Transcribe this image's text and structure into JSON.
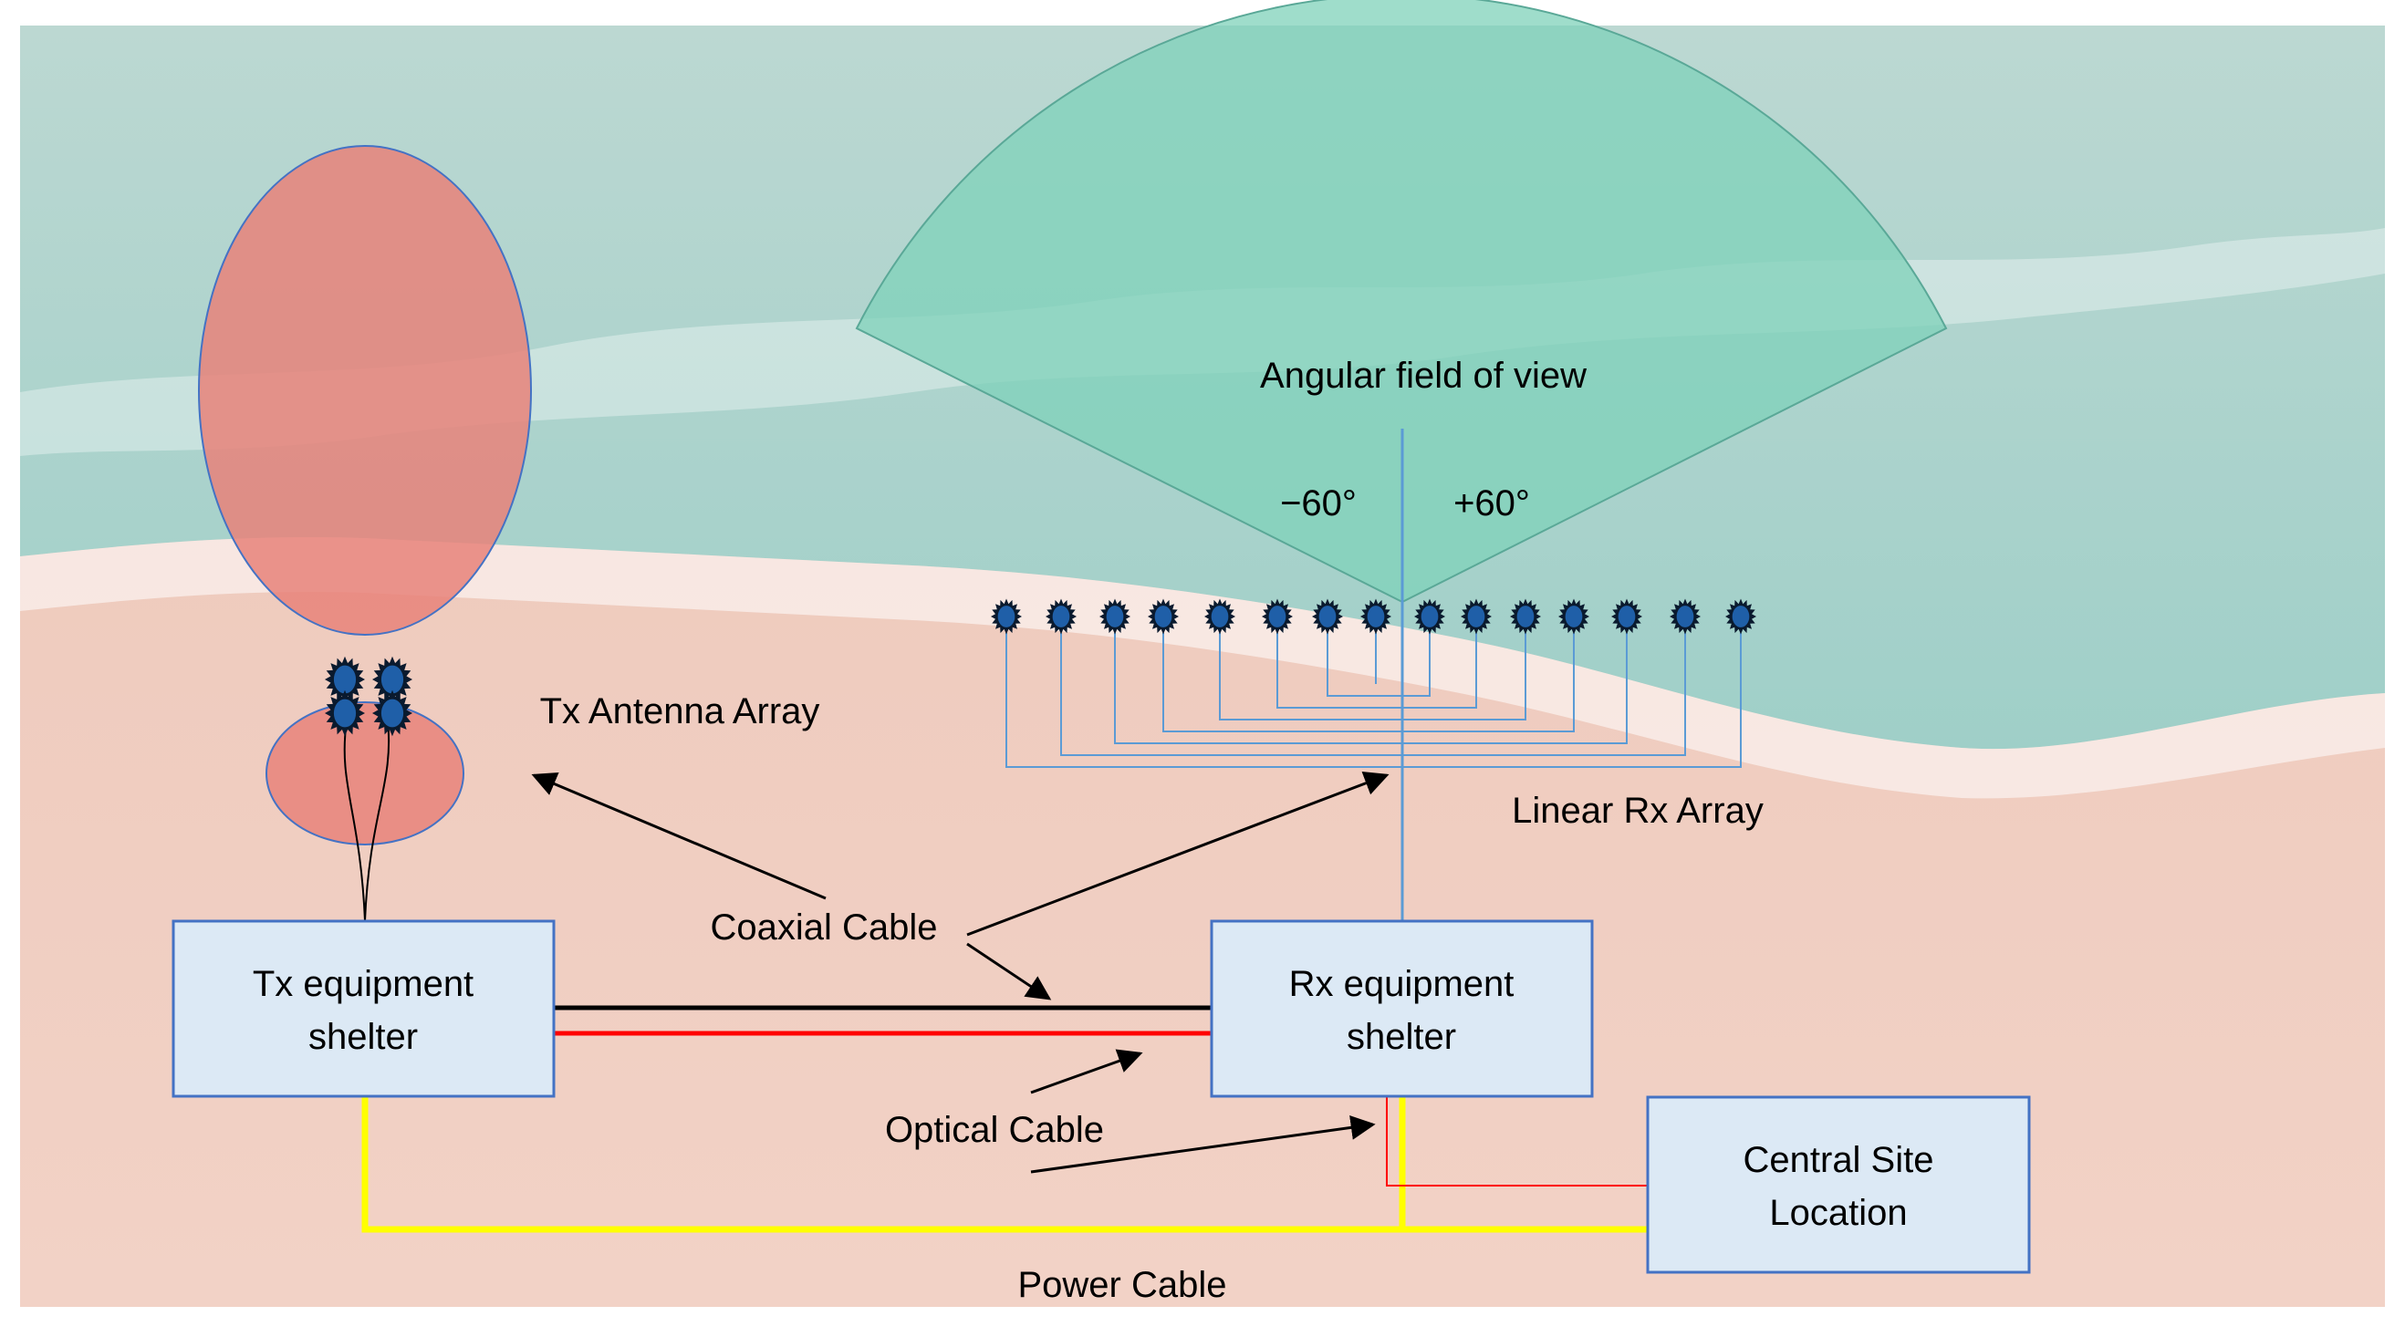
{
  "labels": {
    "fov": "Angular field of view",
    "angle_left": "−60°",
    "angle_right": "+60°",
    "tx_array": "Tx Antenna Array",
    "rx_array": "Linear Rx Array",
    "coaxial": "Coaxial Cable",
    "optical": "Optical Cable",
    "power": "Power Cable"
  },
  "boxes": {
    "tx": {
      "line1": "Tx equipment",
      "line2": "shelter"
    },
    "rx": {
      "line1": "Rx equipment",
      "line2": "shelter"
    },
    "central": {
      "line1": "Central Site",
      "line2": "Location"
    }
  },
  "colors": {
    "box_fill": "#dce9f5",
    "box_stroke": "#4472c4",
    "fov_fill": "#7fd1b9",
    "tx_pattern_fill": "#e8837a",
    "coax": "#000000",
    "optical": "#ff0000",
    "power": "#ffff00",
    "feed_lines": "#5b9bd5"
  },
  "icons": {
    "antenna": "spiky-antenna-icon"
  },
  "rx_antenna_count": 15,
  "tx_antenna_count": 4
}
